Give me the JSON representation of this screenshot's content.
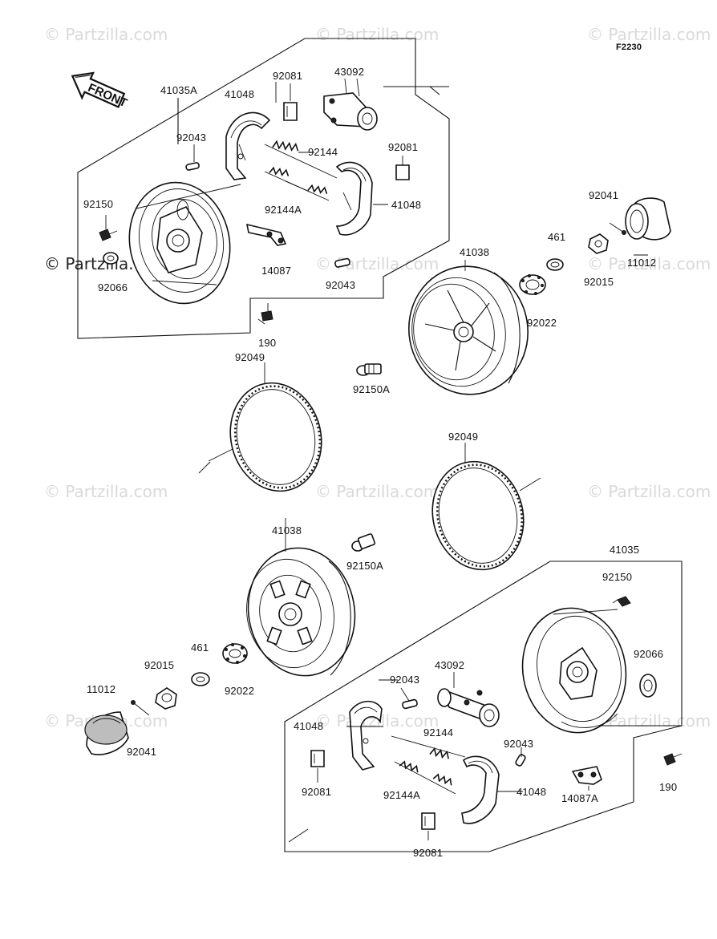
{
  "figure_code": "F2230",
  "watermark": "© Partzilla.com",
  "front_label": "FRONT",
  "labels": {
    "a41035A": "41035A",
    "a41048_top": "41048",
    "a92081_top": "92081",
    "a43092_top": "43092",
    "a92043_top": "92043",
    "a92144_top": "92144",
    "a92081_mid": "92081",
    "a92150_top": "92150",
    "a92144A_top": "92144A",
    "a41048_mid": "41048",
    "a92066_top": "92066",
    "a14087": "14087",
    "a92043_mid": "92043",
    "a190_top": "190",
    "a92041_top": "92041",
    "a461_top": "461",
    "a11012_top": "11012",
    "a41038_top": "41038",
    "a92015_top": "92015",
    "a92022_top": "92022",
    "a92049_top": "92049",
    "a92150A_top": "92150A",
    "a92049_mid": "92049",
    "a41038_bot": "41038",
    "a92150A_bot": "92150A",
    "a41035": "41035",
    "a92150_bot": "92150",
    "a461_bot": "461",
    "a92015_bot": "92015",
    "a92022_bot": "92022",
    "a92066_bot": "92066",
    "a11012_bot": "11012",
    "a92043_bot1": "92043",
    "a43092_bot": "43092",
    "a41048_bot1": "41048",
    "a92144_bot": "92144",
    "a92041_bot": "92041",
    "a92043_bot2": "92043",
    "a92081_bot1": "92081",
    "a92144A_bot": "92144A",
    "a41048_bot2": "41048",
    "a14087A": "14087A",
    "a190_bot": "190",
    "a92081_bot2": "92081"
  }
}
